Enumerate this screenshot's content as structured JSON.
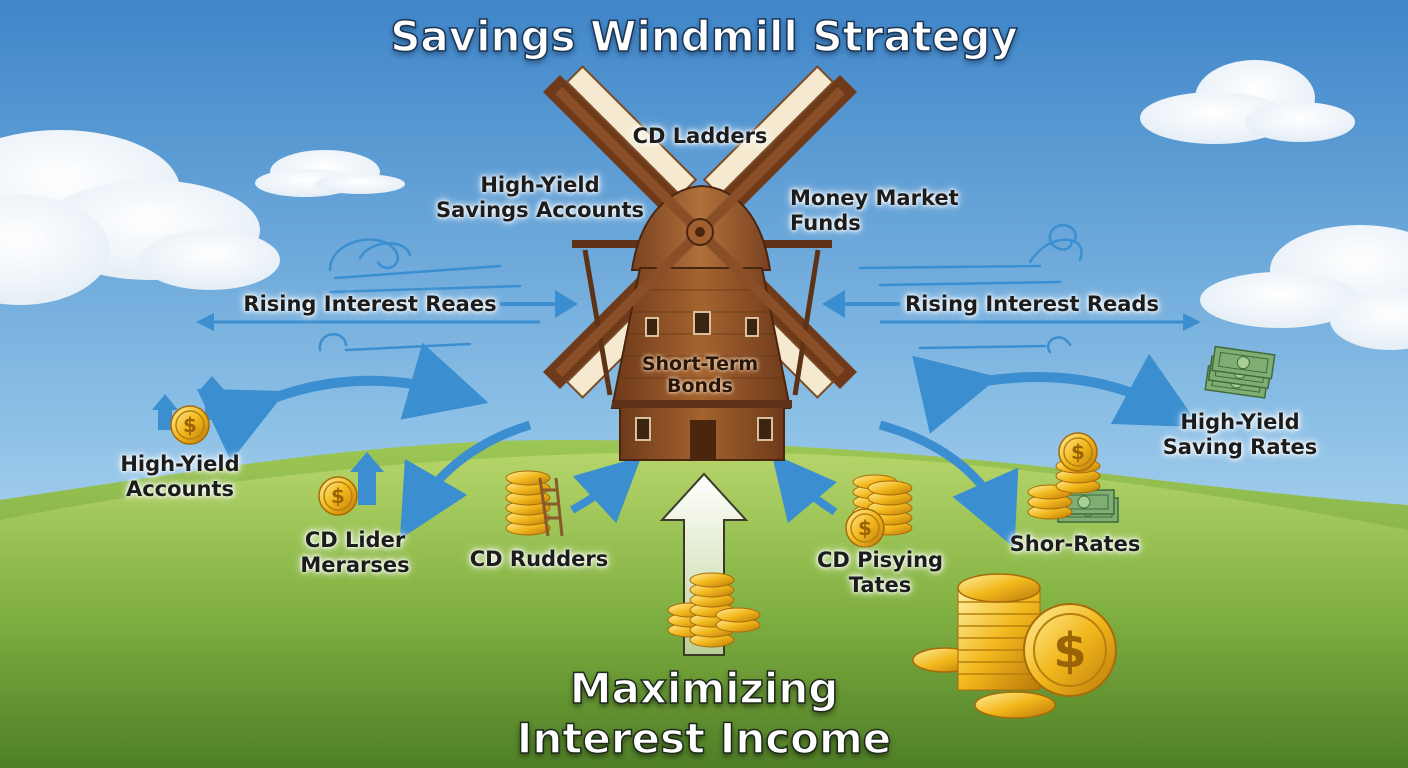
{
  "title": "Savings Windmill Strategy",
  "footer": {
    "line1": "Maximizing",
    "line2": "Interest Income"
  },
  "blades": {
    "top": "CD Ladders",
    "left": {
      "line1": "High-Yield",
      "line2": "Savings Accounts"
    },
    "right": {
      "line1": "Money Market",
      "line2": "Funds"
    }
  },
  "center": {
    "line1": "Short-Term",
    "line2": "Bonds"
  },
  "wind": {
    "left": "Rising Interest Reaes",
    "right": "Rising Interest Reads"
  },
  "items": {
    "high_yield_accounts": {
      "line1": "High-Yield",
      "line2": "Accounts"
    },
    "cd_lider": {
      "line1": "CD Lider",
      "line2": "Merarses"
    },
    "cd_rudders": "CD Rudders",
    "cd_pisying": {
      "line1": "CD Pisying",
      "line2": "Tates"
    },
    "shor_rates": "Shor-Rates",
    "high_yield_saving_rates": {
      "line1": "High-Yield",
      "line2": "Saving Rates"
    }
  },
  "colors": {
    "sky_top": "#3f86c9",
    "sky_bottom": "#dcecf7",
    "grass": "#7aac3e",
    "arrow_blue": "#3b8fd0",
    "wood": "#8a4f26",
    "gold": "#f2b81c"
  },
  "icons": [
    "windmill-icon",
    "wind-swirl-icon",
    "dollar-coin-icon",
    "cash-stack-icon",
    "coin-stack-icon",
    "ladder-icon",
    "arrow-up-icon"
  ]
}
